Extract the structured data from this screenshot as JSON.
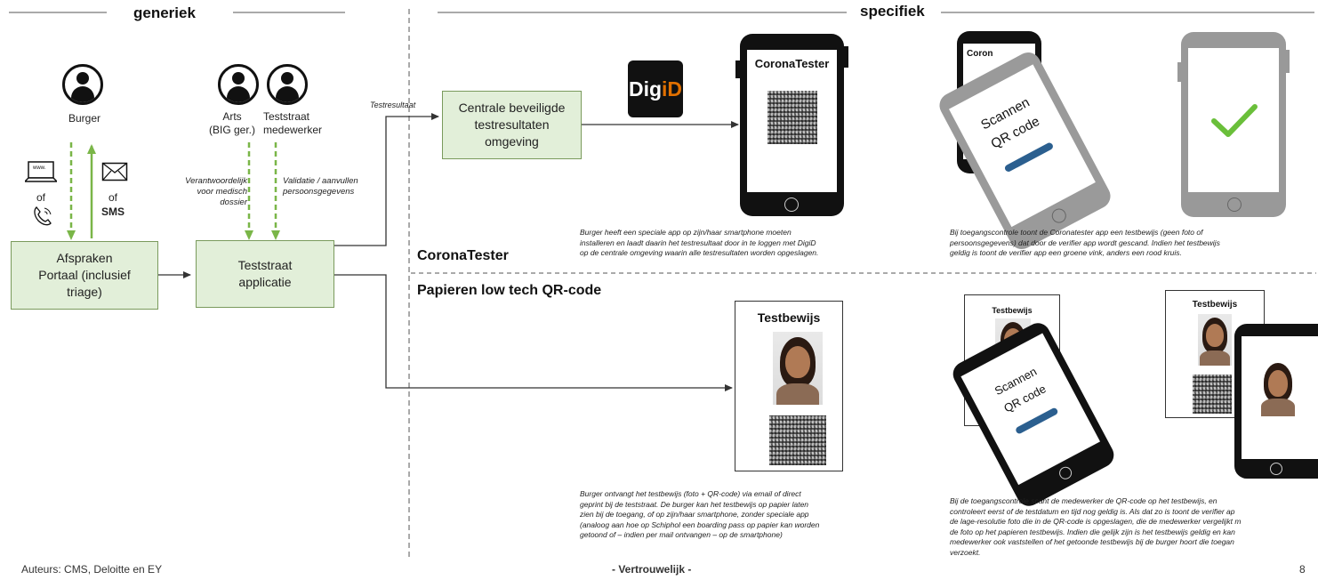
{
  "headers": {
    "generic": "generiek",
    "specific": "specifiek"
  },
  "actors": {
    "burger": "Burger",
    "arts_line1": "Arts",
    "arts_line2": "(BIG ger.)",
    "medewerker_line1": "Teststraat",
    "medewerker_line2": "medewerker"
  },
  "channels": {
    "of_left": "of",
    "of_right": "of",
    "sms": "SMS",
    "www": "www."
  },
  "annotations": {
    "verantwoordelijk": [
      "Verantwoordelijk",
      "voor medisch",
      "dossier"
    ],
    "validatie": [
      "Validatie / aanvullen",
      "persoonsgegevens"
    ],
    "testresultaat": "Testresultaat"
  },
  "boxes": {
    "afspraken": [
      "Afspraken",
      "Portaal (inclusief",
      "triage)"
    ],
    "teststraat": [
      "Teststraat",
      "applicatie"
    ],
    "centrale": [
      "Centrale beveiligde",
      "testresultaten",
      "omgeving"
    ]
  },
  "sections": {
    "coronatester": "CoronaTester",
    "papier": "Papieren low tech QR-code"
  },
  "digid": {
    "dig": "Dig",
    "i": "i",
    "d": "D"
  },
  "phones": {
    "app_title": "CoronaTester",
    "scan_line1": "Scannen",
    "scan_line2": "QR code",
    "scan_partial": "Coron"
  },
  "cards": {
    "title": "Testbewijs"
  },
  "descriptions": {
    "corona_left": [
      "Burger heeft een speciale app op zijn/haar smartphone moeten",
      "installeren en laadt daarin het testresultaat door in te loggen met DigiD",
      "op de centrale omgeving waarin alle testresultaten worden opgeslagen."
    ],
    "corona_right": [
      "Bij toegangscontrole toont de Coronatester app een testbewijs (geen foto of",
      "persoonsgegevens) dat door de verifier app wordt gescand. Indien het testbewijs",
      "geldig is toont de verifier app een groene vink, anders een rood kruis."
    ],
    "paper_left": [
      "Burger ontvangt het testbewijs (foto + QR-code) via email of direct",
      "geprint bij de teststraat. De burger kan het testbewijs op papier laten",
      "zien bij de toegang, of op zijn/haar smartphone, zonder speciale app",
      "(analoog aan hoe op Schiphol een boarding pass op papier kan worden",
      "getoond of – indien per mail ontvangen – op de smartphone)"
    ],
    "paper_right": [
      "Bij de toegangscontrole scant de medewerker de QR-code op het testbewijs, en",
      "controleert eerst of de testdatum en tijd nog geldig is. Als dat zo is toont de verifier ap",
      "de lage-resolutie foto die in de QR-code is opgeslagen, die de medewerker vergelijkt m",
      "de foto op het papieren testbewijs. Indien die gelijk zijn is het testbewijs geldig en kan",
      "medewerker ook vaststellen of het getoonde testbewijs bij de burger hoort die toegan",
      "verzoekt."
    ]
  },
  "footer": {
    "authors": "Auteurs: CMS, Deloitte en EY",
    "confidential": "- Vertrouwelijk -",
    "page": "8"
  },
  "colors": {
    "box_fill": "#e2efd9",
    "box_border": "#7a9a5c",
    "green_arrow": "#7ab648",
    "check": "#6abf3a",
    "scan_bar": "#2b5f8f",
    "digid_orange": "#e17000"
  }
}
